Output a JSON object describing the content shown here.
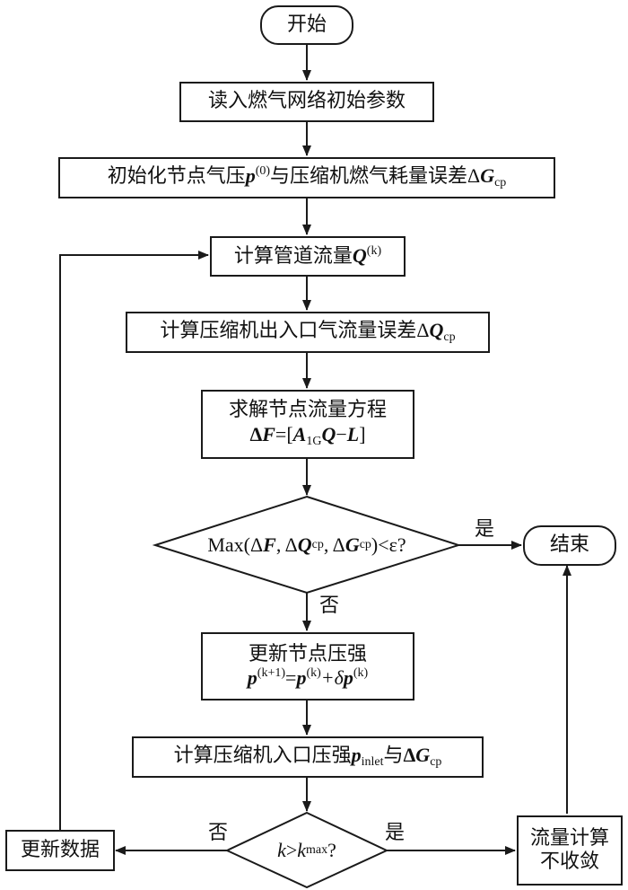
{
  "diagram": {
    "type": "flowchart",
    "nodes": {
      "start": {
        "text": "开始",
        "shape": "terminal"
      },
      "read_params": {
        "text": "读入燃气网络初始参数",
        "shape": "process"
      },
      "init": {
        "text_cn": "初始化节点气压",
        "var_p": "p",
        "sup_p": "(0)",
        "text_cn2": "与压缩机燃气耗量误差",
        "delta": "Δ",
        "var_G": "G",
        "sub_G": "cp",
        "shape": "process"
      },
      "calc_flow": {
        "text_cn": "计算管道流量",
        "var_Q": "Q",
        "sup_Q": "(k)",
        "shape": "process"
      },
      "calc_comp_err": {
        "text_cn": "计算压缩机出入口气流量误差",
        "delta": "Δ",
        "var_Q": "Q",
        "sub_Q": "cp",
        "shape": "process"
      },
      "solve_eq": {
        "line1": "求解节点流量方程",
        "line2_delta": "Δ",
        "line2_F": "F",
        "line2_eq": "=[",
        "line2_A": "A",
        "line2_sub": "1G",
        "line2_Q": "Q",
        "line2_minus": "−",
        "line2_L": "L",
        "line2_close": "]",
        "shape": "process"
      },
      "check_converge": {
        "prefix": "Max(Δ",
        "F": "F",
        "sep1": ", Δ",
        "Q": "Q",
        "sub1": "cp",
        "sep2": ", Δ",
        "G": "G",
        "sub2": "cp",
        "suffix": ")<ε?",
        "shape": "decision"
      },
      "end": {
        "text": "结束",
        "shape": "terminal"
      },
      "update_pressure": {
        "line1": "更新节点压强",
        "p": "p",
        "sup1": "(k+1)",
        "eq": "=",
        "sup2": "(k)",
        "plus": "+δ",
        "sup3": "(k)",
        "shape": "process"
      },
      "calc_inlet": {
        "text_cn": "计算压缩机入口压强",
        "p": "p",
        "sub_p": "inlet",
        "text_cn2": "与",
        "delta": "Δ",
        "G": "G",
        "sub_G": "cp",
        "shape": "process"
      },
      "check_iter": {
        "k": "k",
        "gt": ">",
        "kmax": "k",
        "sub": "max",
        "q": "?",
        "shape": "decision"
      },
      "update_data": {
        "text": "更新数据",
        "shape": "process"
      },
      "not_converged": {
        "line1": "流量计算",
        "line2": "不收敛",
        "shape": "process"
      }
    },
    "edge_labels": {
      "converge_yes": "是",
      "converge_no": "否",
      "iter_no": "否",
      "iter_yes": "是"
    },
    "edges": [
      [
        "start",
        "read_params"
      ],
      [
        "read_params",
        "init"
      ],
      [
        "init",
        "calc_flow"
      ],
      [
        "calc_flow",
        "calc_comp_err"
      ],
      [
        "calc_comp_err",
        "solve_eq"
      ],
      [
        "solve_eq",
        "check_converge"
      ],
      [
        "check_converge",
        "end",
        "是"
      ],
      [
        "check_converge",
        "update_pressure",
        "否"
      ],
      [
        "update_pressure",
        "calc_inlet"
      ],
      [
        "calc_inlet",
        "check_iter"
      ],
      [
        "check_iter",
        "update_data",
        "否"
      ],
      [
        "check_iter",
        "not_converged",
        "是"
      ],
      [
        "update_data",
        "calc_flow"
      ],
      [
        "not_converged",
        "end"
      ]
    ]
  }
}
